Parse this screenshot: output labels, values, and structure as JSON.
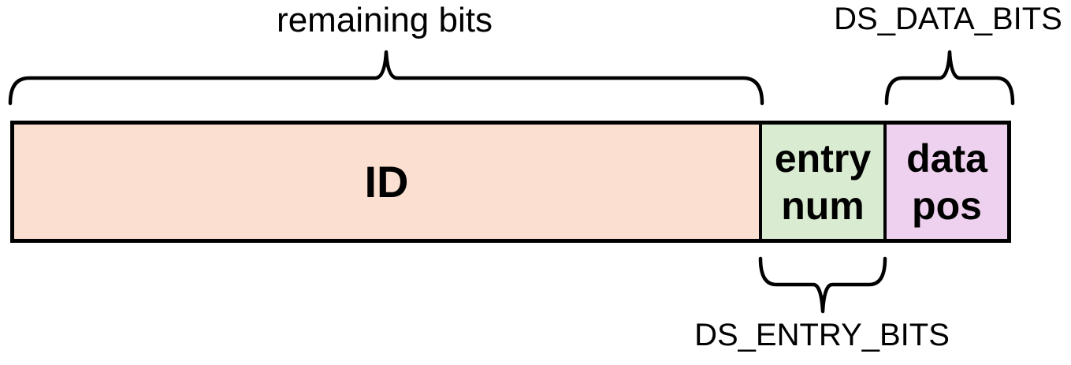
{
  "colors": {
    "background": "#ffffff",
    "outline": "#000000",
    "id_fill": "#fbe0d1",
    "entry_num_fill": "#d9ecd1",
    "data_pos_fill": "#eed1ee"
  },
  "bit_field_bar": {
    "segments": [
      {
        "name": "id",
        "label": "ID",
        "fill": "#fbe0d1"
      },
      {
        "name": "entry-num",
        "line1": "entry",
        "line2": "num",
        "fill": "#d9ecd1"
      },
      {
        "name": "data-pos",
        "line1": "data",
        "line2": "pos",
        "fill": "#eed1ee"
      }
    ]
  },
  "annotations": {
    "remaining_bits": {
      "label": "remaining bits",
      "position": "above",
      "spans": "ID"
    },
    "ds_data_bits": {
      "label": "DS_DATA_BITS",
      "position": "above",
      "spans": "data pos"
    },
    "ds_entry_bits": {
      "label": "DS_ENTRY_BITS",
      "position": "below",
      "spans": "entry num"
    }
  }
}
